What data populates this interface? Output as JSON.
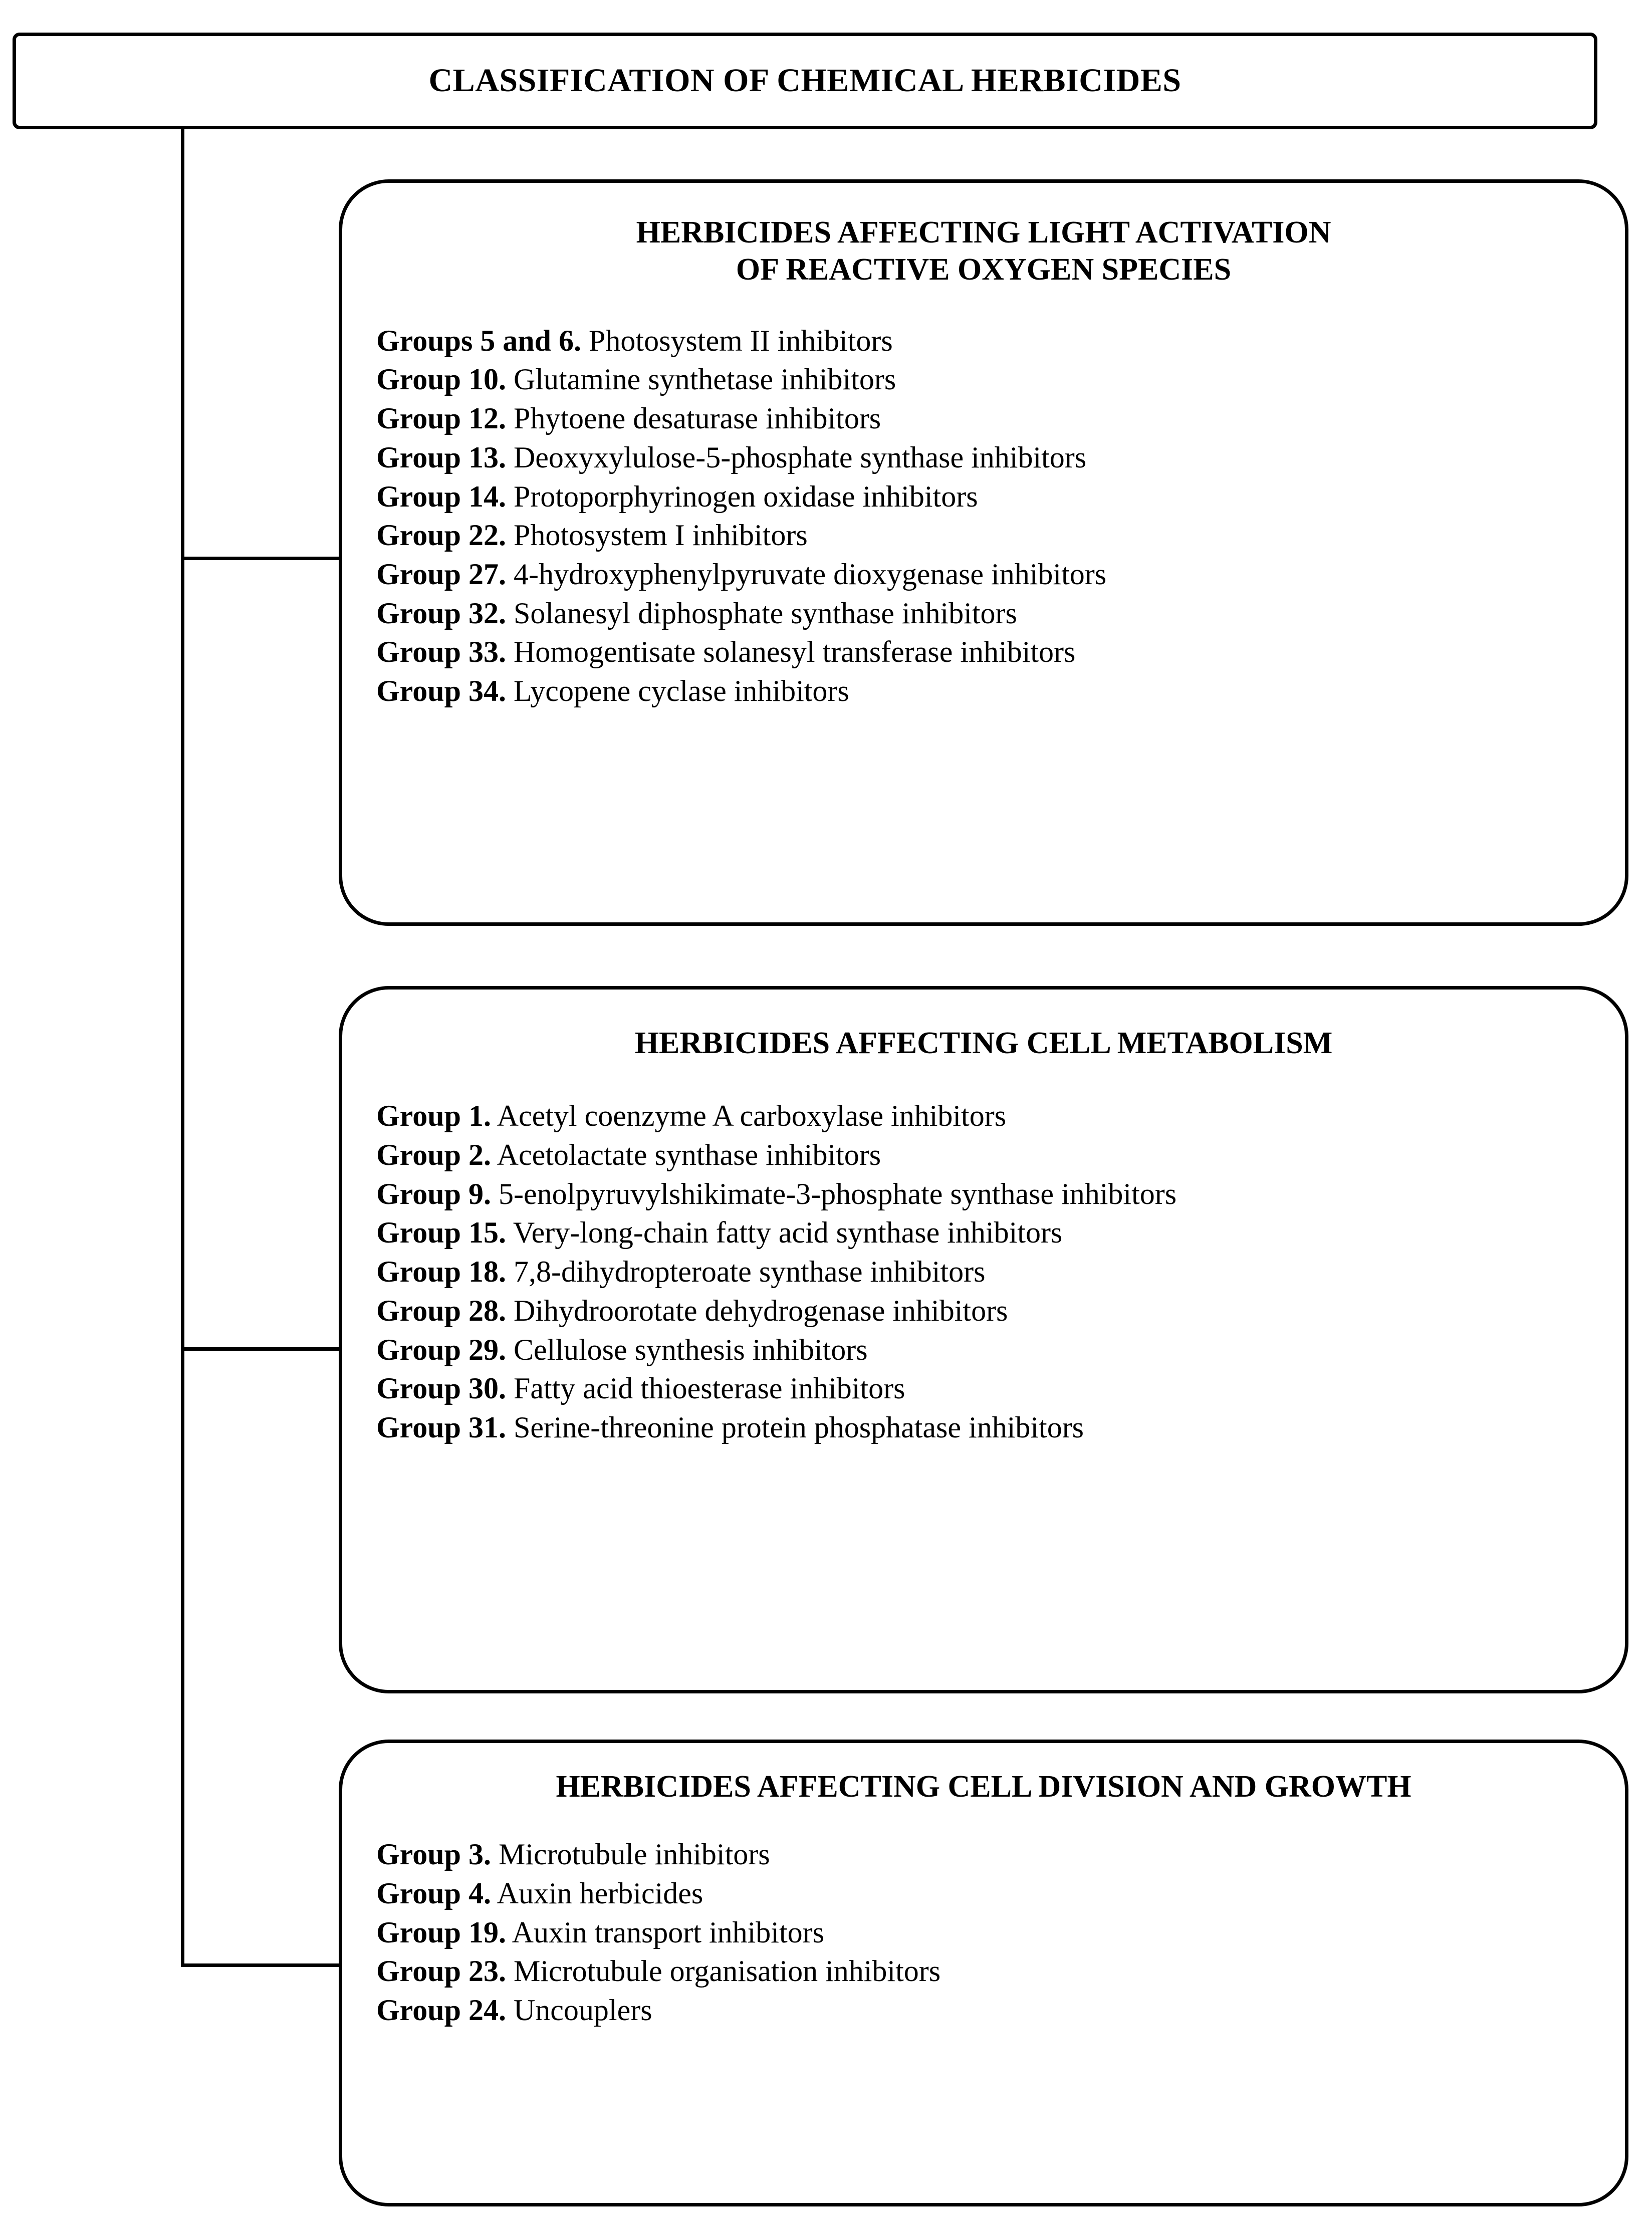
{
  "root": {
    "title": "CLASSIFICATION OF CHEMICAL HERBICIDES"
  },
  "colors": {
    "stroke": "#000000",
    "background": "#ffffff",
    "text": "#000000"
  },
  "categories": [
    {
      "heading": "HERBICIDES AFFECTING LIGHT ACTIVATION\nOF REACTIVE OXYGEN SPECIES",
      "heading_line_1": "HERBICIDES AFFECTING LIGHT ACTIVATION",
      "heading_line_2": "OF REACTIVE OXYGEN SPECIES",
      "items": [
        {
          "group": "Groups 5 and 6.",
          "desc": "Photosystem II inhibitors"
        },
        {
          "group": "Group 10.",
          "desc": "Glutamine synthetase inhibitors"
        },
        {
          "group": "Group 12.",
          "desc": "Phytoene desaturase inhibitors"
        },
        {
          "group": "Group 13.",
          "desc": "Deoxyxylulose-5-phosphate synthase inhibitors"
        },
        {
          "group": "Group 14.",
          "desc": "Protoporphyrinogen oxidase inhibitors"
        },
        {
          "group": "Group 22.",
          "desc": "Photosystem I inhibitors"
        },
        {
          "group": "Group 27.",
          "desc": "4-hydroxyphenylpyruvate dioxygenase inhibitors"
        },
        {
          "group": "Group 32.",
          "desc": "Solanesyl diphosphate synthase inhibitors"
        },
        {
          "group": "Group 33.",
          "desc": "Homogentisate solanesyl transferase inhibitors"
        },
        {
          "group": "Group 34.",
          "desc": "Lycopene cyclase inhibitors"
        }
      ]
    },
    {
      "heading": "HERBICIDES AFFECTING CELL METABOLISM",
      "heading_line_1": "HERBICIDES AFFECTING CELL METABOLISM",
      "heading_line_2": "",
      "items": [
        {
          "group": "Group 1.",
          "desc": "Acetyl coenzyme A carboxylase inhibitors"
        },
        {
          "group": "Group 2.",
          "desc": "Acetolactate synthase inhibitors"
        },
        {
          "group": "Group 9.",
          "desc": "5-enolpyruvylshikimate-3-phosphate synthase inhibitors"
        },
        {
          "group": "Group 15.",
          "desc": "Very-long-chain fatty acid synthase inhibitors"
        },
        {
          "group": "Group 18.",
          "desc": "7,8-dihydropteroate synthase inhibitors"
        },
        {
          "group": "Group 28.",
          "desc": "Dihydroorotate dehydrogenase inhibitors"
        },
        {
          "group": "Group 29.",
          "desc": "Cellulose synthesis inhibitors"
        },
        {
          "group": "Group 30.",
          "desc": "Fatty acid thioesterase inhibitors"
        },
        {
          "group": "Group 31.",
          "desc": "Serine-threonine protein phosphatase inhibitors"
        }
      ]
    },
    {
      "heading": "HERBICIDES AFFECTING CELL DIVISION AND GROWTH",
      "heading_line_1": "HERBICIDES AFFECTING CELL DIVISION AND GROWTH",
      "heading_line_2": "",
      "items": [
        {
          "group": "Group 3.",
          "desc": "Microtubule inhibitors"
        },
        {
          "group": "Group 4.",
          "desc": "Auxin herbicides"
        },
        {
          "group": "Group 19.",
          "desc": "Auxin transport inhibitors"
        },
        {
          "group": "Group 23.",
          "desc": "Microtubule organisation inhibitors"
        },
        {
          "group": "Group 24.",
          "desc": "Uncouplers"
        }
      ]
    }
  ]
}
